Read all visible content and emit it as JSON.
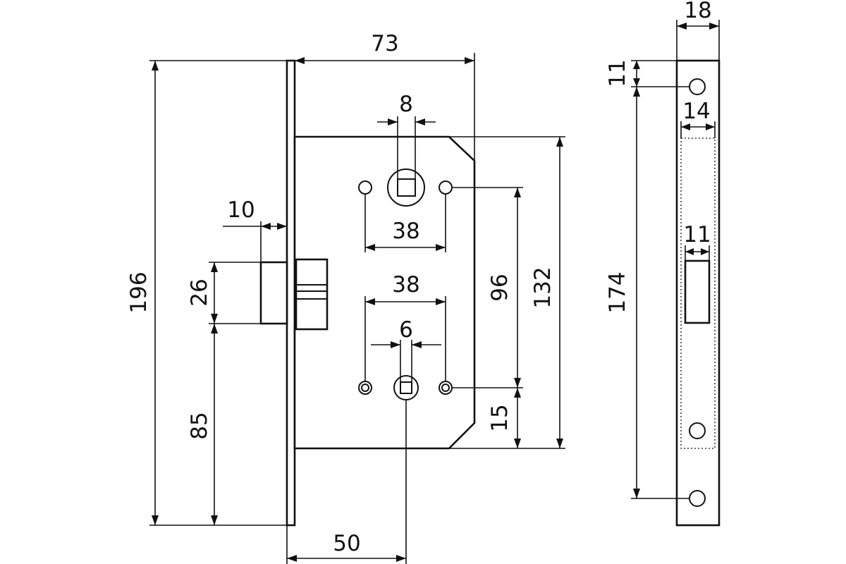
{
  "drawing": {
    "dimensions": {
      "faceplate_width": "73",
      "spindle_square": "8",
      "upper_hole_spacing": "38",
      "lower_hole_spacing": "38",
      "turn_square": "6",
      "vertical_spacing_96": "96",
      "case_height": "132",
      "lower_offset_15": "15",
      "latch_projection": "10",
      "latch_height": "26",
      "latch_to_bottom": "85",
      "overall_height": "196",
      "backset": "50",
      "strike_width": "18",
      "strike_top_offset": "11",
      "strike_slot_width": "14",
      "strike_latch_width": "11",
      "strike_hole_spacing": "174"
    }
  }
}
